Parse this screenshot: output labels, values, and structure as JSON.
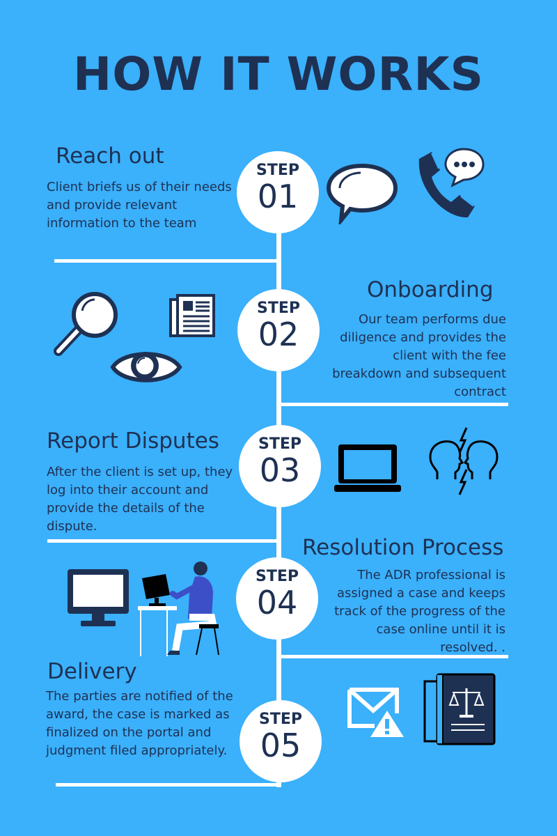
{
  "title": "HOW IT WORKS",
  "step_label": "STEP",
  "steps": [
    {
      "num": "01",
      "heading": "Reach out",
      "text": "Client briefs us of their needs and provide relevant information to the team"
    },
    {
      "num": "02",
      "heading": "Onboarding",
      "text": "Our team performs due diligence and  provides the client with the fee breakdown and subsequent contract"
    },
    {
      "num": "03",
      "heading": "Report Disputes",
      "text": "After the client is set up, they log into their account and provide the details of the dispute."
    },
    {
      "num": "04",
      "heading": "Resolution Process",
      "text": "The ADR professional is assigned a case and keeps track of the progress of the case online until it is resolved. ."
    },
    {
      "num": "05",
      "heading": "Delivery",
      "text": "The parties are notified of the award, the case is marked as finalized on the portal and judgment filed appropriately."
    }
  ],
  "icons": [
    "speech-bubble-icon",
    "phone-chat-icon",
    "magnifier-icon",
    "newspaper-icon",
    "eye-icon",
    "laptop-icon",
    "arguing-heads-icon",
    "monitor-icon",
    "person-at-computer-icon",
    "mail-warning-icon",
    "legal-document-icon"
  ],
  "colors": {
    "background": "#3bb0fb",
    "text": "#1e3153",
    "circle": "#ffffff"
  }
}
